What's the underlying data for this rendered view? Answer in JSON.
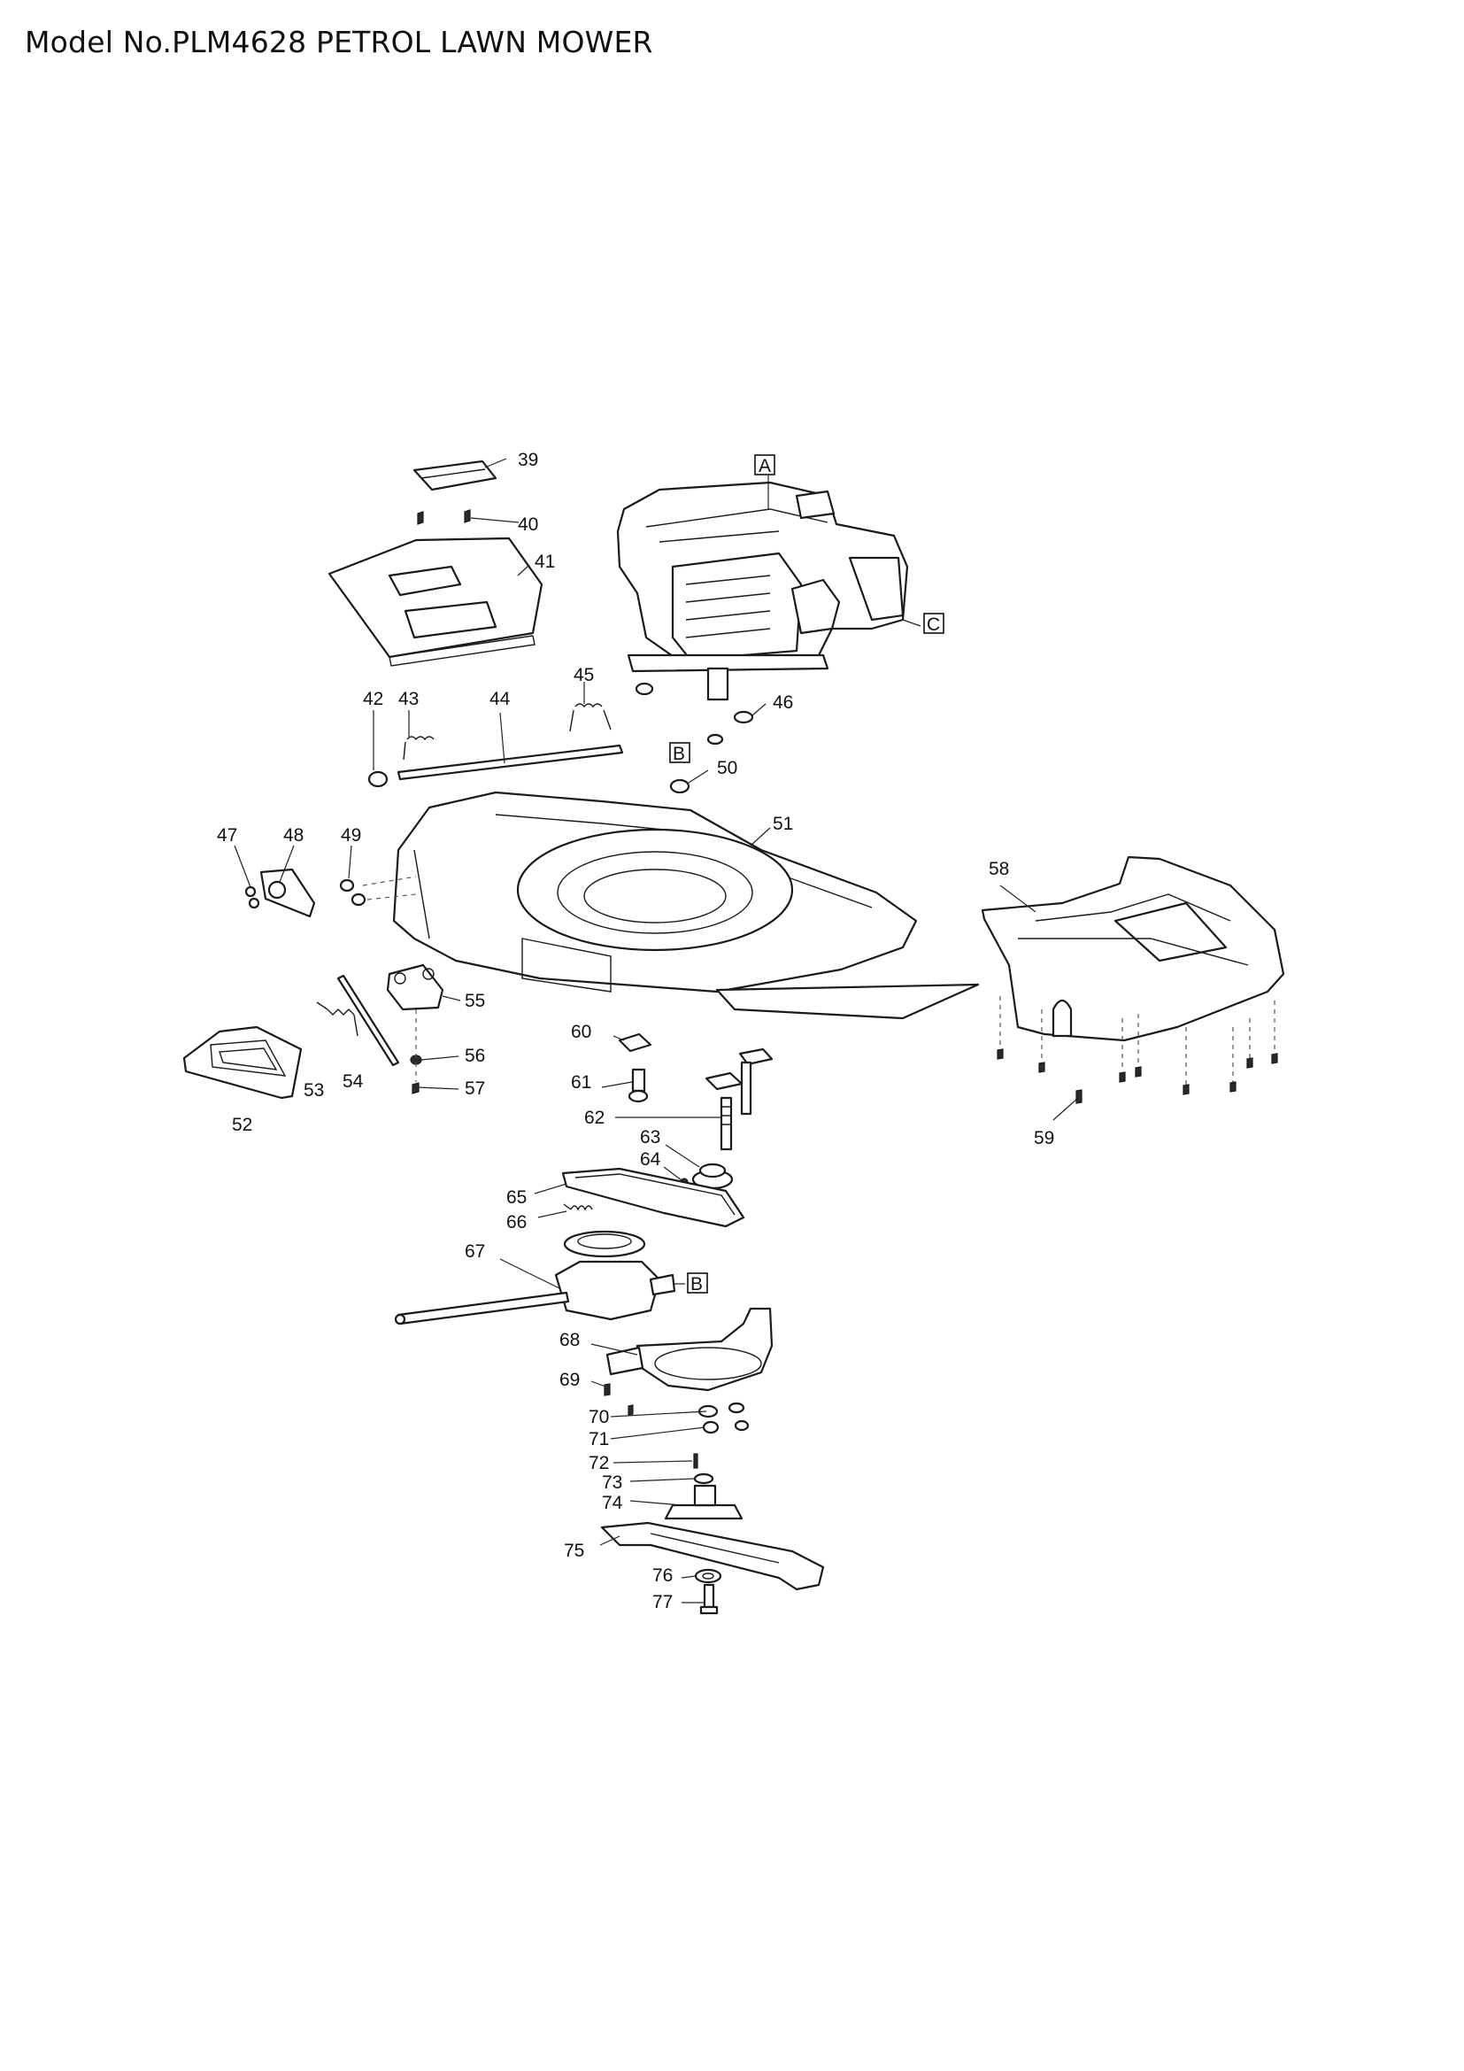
{
  "title": "Model No.PLM4628 PETROL LAWN MOWER",
  "callouts": [
    "39",
    "40",
    "41",
    "42",
    "43",
    "44",
    "45",
    "46",
    "47",
    "48",
    "49",
    "50",
    "51",
    "52",
    "53",
    "54",
    "55",
    "56",
    "57",
    "58",
    "59",
    "60",
    "61",
    "62",
    "63",
    "64",
    "65",
    "66",
    "67",
    "68",
    "69",
    "70",
    "71",
    "72",
    "73",
    "74",
    "75",
    "76",
    "77"
  ],
  "ref_markers": [
    "A",
    "B",
    "C",
    "B"
  ]
}
